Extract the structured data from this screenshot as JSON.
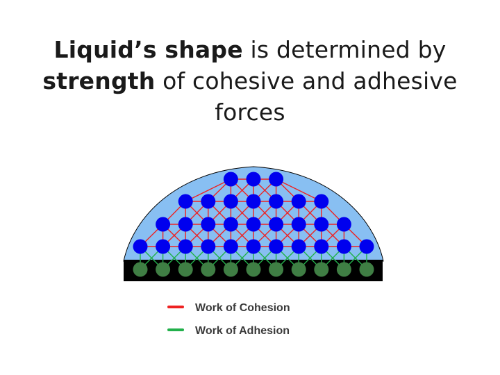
{
  "title": {
    "line1_bold": "Liquid’s shape",
    "line1_rest": " is determined by",
    "line2_bold": "strength",
    "line2_rest": " of cohesive and adhesive",
    "line3": "forces"
  },
  "legend": {
    "cohesion_label": "Work of Cohesion",
    "adhesion_label": "Work of Adhesion"
  },
  "colors": {
    "droplet_fill": "#88bff2",
    "molecule": "#0000ee",
    "surface_molecule": "#3f7e44",
    "cohesion_line": "#ee2222",
    "adhesion_line": "#22b04b",
    "surface": "#000000"
  },
  "diagram": {
    "liquid_rows": [
      {
        "count": 3
      },
      {
        "count": 7
      },
      {
        "count": 9
      },
      {
        "count": 11
      }
    ],
    "surface_molecule_count": 11
  }
}
